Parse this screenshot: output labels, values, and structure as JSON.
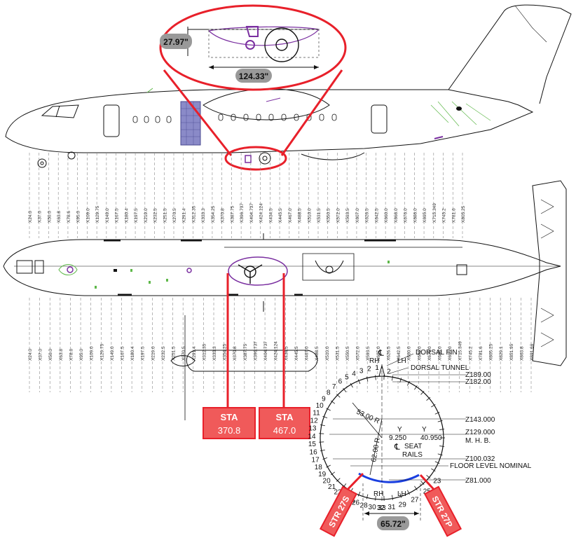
{
  "colors": {
    "callout": "#e8202a",
    "callout_fill": "#f05a5a",
    "structure": "#7a2fa0",
    "doubler": "#6a6aa8",
    "drawing": "#111111",
    "green_detail": "#5fb84a",
    "arc": "#1a3fe0"
  },
  "zoom_callout": {
    "height_label": "27.97\"",
    "width_label": "124.33\""
  },
  "side_view_stations": [
    "X24.0",
    "X37.0",
    "X50.0",
    "X63.8",
    "X78.6",
    "X95.0",
    "X109.0",
    "X129.75",
    "X149.0",
    "X167.5",
    "X180.4",
    "X197.5",
    "X219.0",
    "X232.5",
    "X251.5",
    "X270.5",
    "X291.4",
    "X312.35",
    "X333.3",
    "X354.25",
    "X370.8",
    "X387.75",
    "X396.737",
    "X404.737",
    "X424.124",
    "X434.5",
    "X445.5",
    "X467.0",
    "X488.5",
    "X510.0",
    "X531.5",
    "X550.5",
    "X572.0",
    "X593.5",
    "X607.0",
    "X626.5",
    "X642.5",
    "X660.0",
    "X666.0",
    "X676.0",
    "X686.0",
    "X695.0",
    "X715.349",
    "X745.2",
    "X781.6",
    "X805.25"
  ],
  "plan_view_stations": [
    "X24.0",
    "X37.0",
    "X50.0",
    "X63.8",
    "X78.6",
    "X95.0",
    "X109.0",
    "X129.75",
    "X149.0",
    "X167.5",
    "X180.4",
    "X197.5",
    "X219.0",
    "X232.5",
    "X251.5",
    "X270.5",
    "X291.4",
    "X312.35",
    "X333.3",
    "X354.25",
    "X370.8",
    "X387.75",
    "X396.737",
    "X404.737",
    "X424.124",
    "X434.5",
    "X445.5",
    "X467.0",
    "X488.5",
    "X510.0",
    "X531.5",
    "X550.5",
    "X572.0",
    "X593.5",
    "X607.0",
    "X626.5",
    "X642.5",
    "X660.0",
    "X666.0",
    "X676.0",
    "X686.0",
    "X695.0",
    "X715.349",
    "X745.2",
    "X781.6",
    "X805.25",
    "X829.1",
    "X851.95",
    "X863.8",
    "X891.66"
  ],
  "sta_boxes": [
    {
      "title": "STA",
      "value": "370.8"
    },
    {
      "title": "STA",
      "value": "467.0"
    }
  ],
  "section": {
    "dorsal_fin": "DORSAL FIN",
    "dorsal_tunnel": "DORSAL TUNNEL",
    "z_levels": [
      "Z189.00",
      "Z182.00",
      "Z143.000",
      "Z129.000",
      "Z100.032",
      "Z81.000"
    ],
    "mhb": "M. H. B.",
    "floor_level": "FLOOR LEVEL NOMINAL",
    "radius_53": "53.00 R",
    "radius_62": "62.00 R",
    "y_left": "Y",
    "y_right": "Y",
    "y_left_val": "9.250",
    "y_right_val": "40.950",
    "seat": "SEAT",
    "rails": "RAILS",
    "rh_top": "RH",
    "lh_top": "LH",
    "rh_bottom": "RH",
    "lh_bottom": "LH",
    "centerline": "℄",
    "stringers_left": [
      "1",
      "2",
      "3",
      "4",
      "5",
      "6",
      "7",
      "8",
      "9",
      "10",
      "11",
      "12",
      "13",
      "14",
      "15",
      "16",
      "17",
      "18",
      "19",
      "20",
      "21",
      "22",
      "23",
      "24",
      "26",
      "28",
      "30",
      "32"
    ],
    "stringers_right": [
      "2",
      "23",
      "25",
      "27",
      "29",
      "31",
      "33"
    ],
    "width_label": "65.72\"",
    "str_left": "STR 27S",
    "str_right": "STR 27P"
  }
}
